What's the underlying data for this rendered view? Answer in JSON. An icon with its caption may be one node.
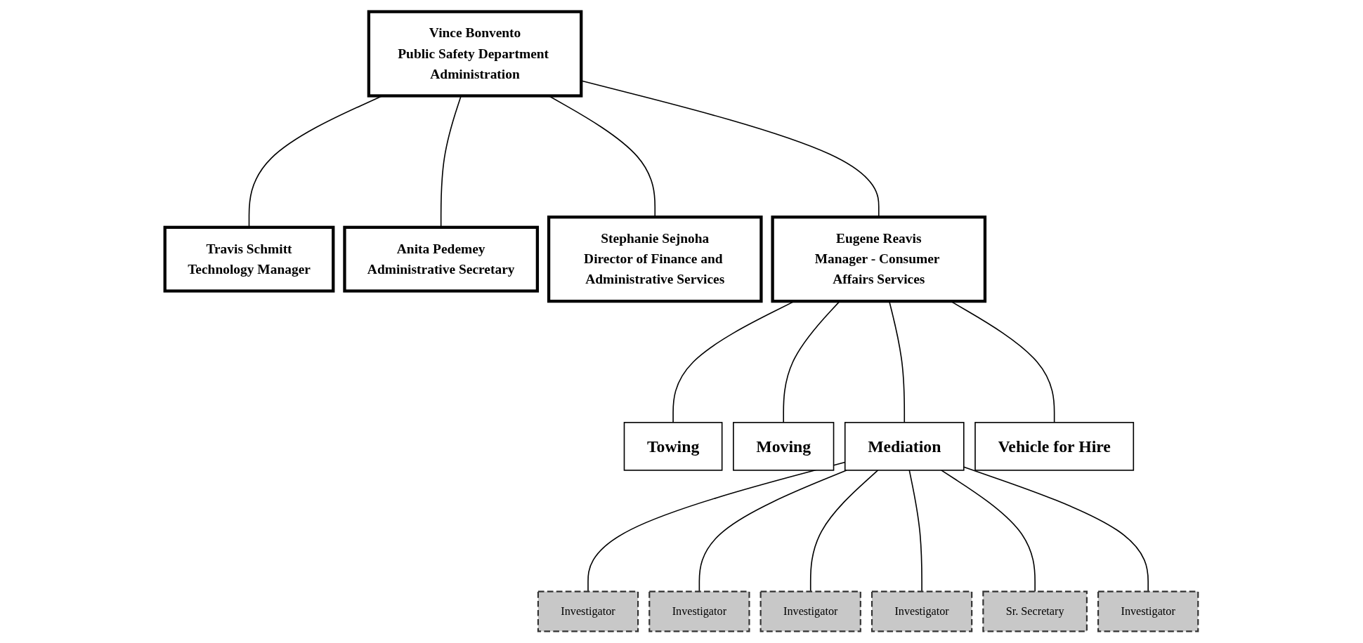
{
  "diagram": {
    "nodes": [
      {
        "text": [
          "Vince Bonvento",
          "Public Safety Department Administration"
        ]
      },
      {
        "text": [
          "Travis Schmitt",
          "Technology Manager"
        ]
      },
      {
        "text": [
          "Anita Pedemey",
          "Administrative Secretary"
        ]
      },
      {
        "text": [
          "Stephanie Sejnoha",
          "Director of Finance and Administrative Services"
        ]
      },
      {
        "text": [
          "Eugene Reavis",
          "Manager - Consumer Affairs Services"
        ]
      },
      {
        "text": [
          "Towing"
        ]
      },
      {
        "text": [
          "Moving"
        ]
      },
      {
        "text": [
          "Mediation"
        ]
      },
      {
        "text": [
          "Vehicle for Hire"
        ]
      },
      {
        "text": [
          "Investigator"
        ]
      },
      {
        "text": [
          "Investigator"
        ]
      },
      {
        "text": [
          "Investigator"
        ]
      },
      {
        "text": [
          "Investigator"
        ]
      },
      {
        "text": [
          "Sr. Secretary"
        ]
      },
      {
        "text": [
          "Investigator"
        ]
      }
    ],
    "edges": [
      {
        "from": 0,
        "to": 1,
        "arrow": "none"
      },
      {
        "from": 0,
        "to": 2,
        "arrow": "none"
      },
      {
        "from": 0,
        "to": 3,
        "arrow": "none"
      },
      {
        "from": 0,
        "to": 4,
        "arrow": "none"
      },
      {
        "from": 4,
        "to": 5,
        "arrow": "none"
      },
      {
        "from": 4,
        "to": 6,
        "arrow": "none"
      },
      {
        "from": 4,
        "to": 7,
        "arrow": "none"
      },
      {
        "from": 4,
        "to": 8,
        "arrow": "none"
      },
      {
        "from": 7,
        "to": 9,
        "arrow": "none"
      },
      {
        "from": 7,
        "to": 10,
        "arrow": "none"
      },
      {
        "from": 7,
        "to": 11,
        "arrow": "none"
      },
      {
        "from": 7,
        "to": 12,
        "arrow": "none"
      },
      {
        "from": 7,
        "to": 13,
        "arrow": "none"
      },
      {
        "from": 7,
        "to": 14,
        "arrow": "none"
      }
    ]
  }
}
